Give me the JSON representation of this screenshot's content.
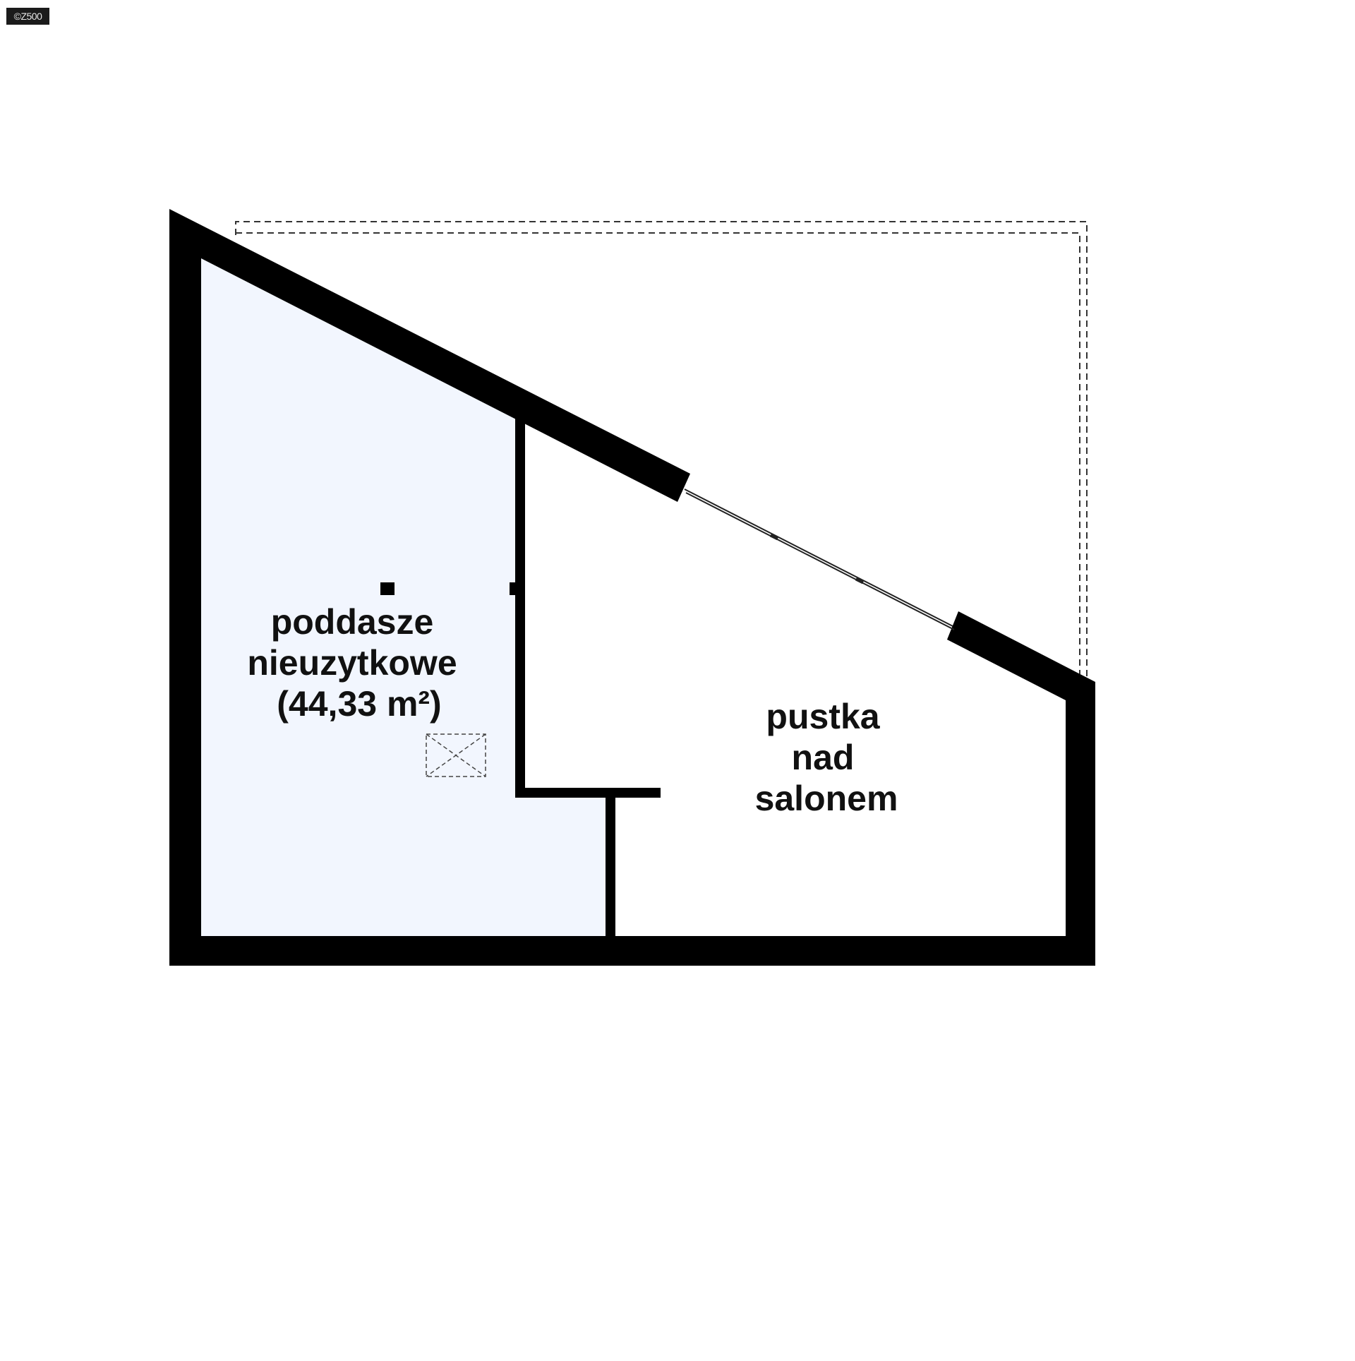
{
  "watermark": {
    "text": "©Z500"
  },
  "colors": {
    "wall": "#000000",
    "attic_fill": "#f2f6fe",
    "dashed_outline": "#333333",
    "label": "#111111"
  },
  "rooms": {
    "attic": {
      "line1": "poddasze",
      "line2": "nieuzytkowe",
      "area": "(44,33 m²)"
    },
    "void": {
      "line1": "pustka",
      "line2": "nad",
      "line3": "salonem"
    }
  },
  "symbols": {
    "hatch": "roof-hatch-icon",
    "chimney": "chimney-icon"
  }
}
